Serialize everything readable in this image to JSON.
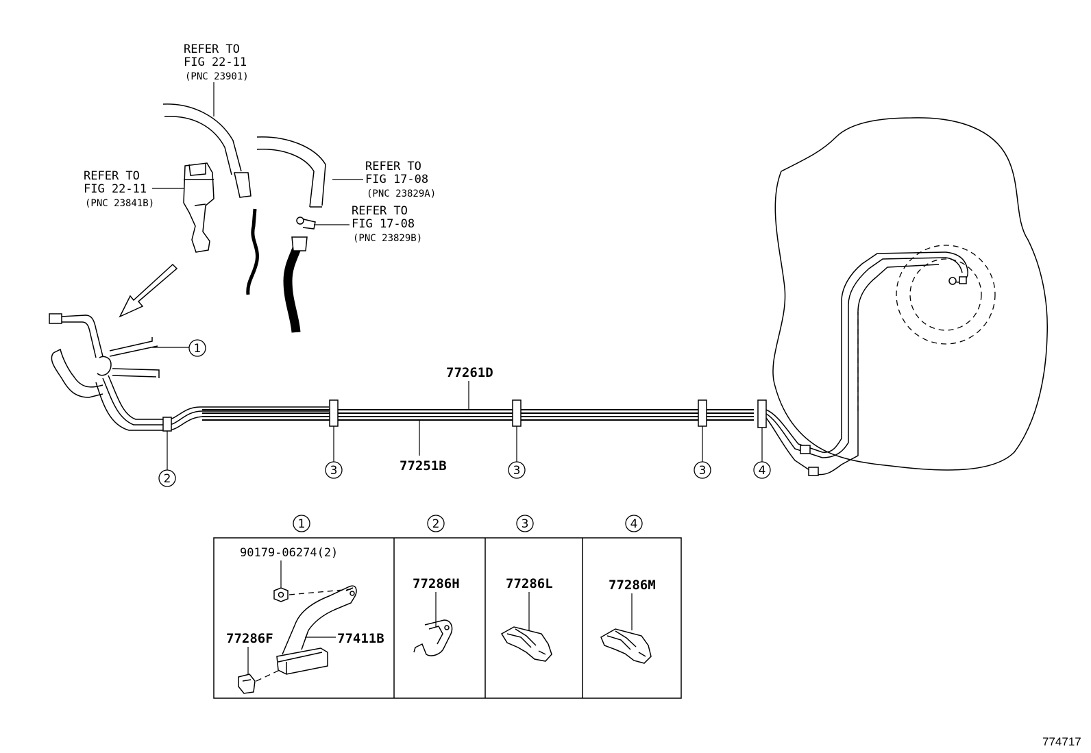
{
  "refs": [
    {
      "line1": "REFER TO",
      "line2": "FIG 22-11",
      "pnc": "(PNC 23901)"
    },
    {
      "line1": "REFER TO",
      "line2": "FIG 22-11",
      "pnc": "(PNC 23841B)"
    },
    {
      "line1": "REFER TO",
      "line2": "FIG 17-08",
      "pnc": "(PNC 23829A)"
    },
    {
      "line1": "REFER TO",
      "line2": "FIG 17-08",
      "pnc": "(PNC 23829B)"
    }
  ],
  "tubes": {
    "upper": "77261D",
    "lower": "77251B"
  },
  "callouts": [
    "1",
    "2",
    "3",
    "3",
    "3",
    "4"
  ],
  "panels": [
    {
      "num": "1",
      "parts": [
        "90179-06274(2)",
        "77286F",
        "77411B"
      ]
    },
    {
      "num": "2",
      "parts": [
        "77286H"
      ]
    },
    {
      "num": "3",
      "parts": [
        "77286L"
      ]
    },
    {
      "num": "4",
      "parts": [
        "77286M"
      ]
    }
  ],
  "figure_id": "774717"
}
